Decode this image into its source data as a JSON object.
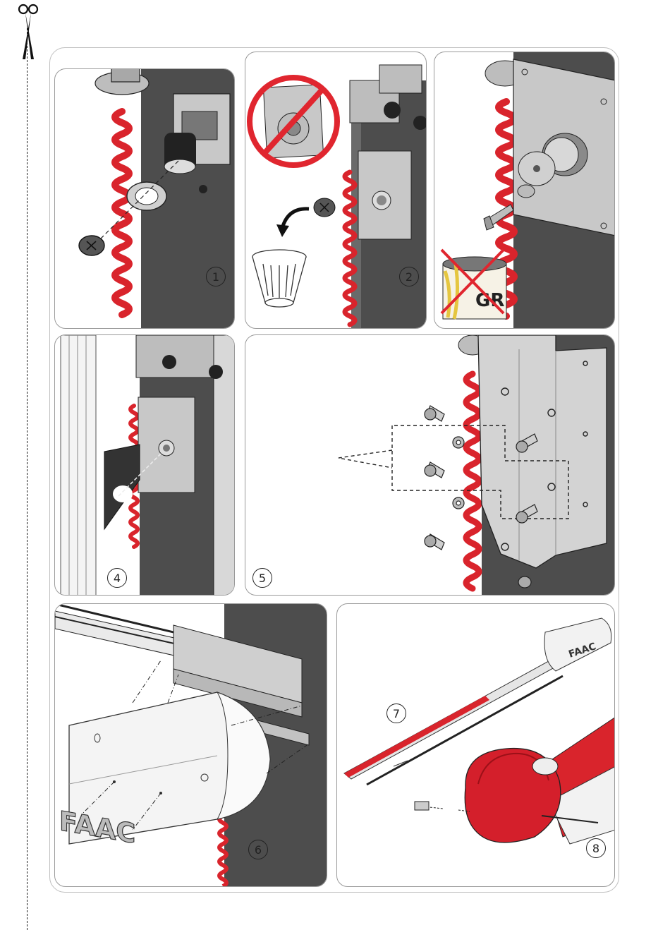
{
  "steps": [
    {
      "id": 1,
      "label": "1"
    },
    {
      "id": 2,
      "label": "2"
    },
    {
      "id": 3,
      "label": ""
    },
    {
      "id": 4,
      "label": "4"
    },
    {
      "id": 5,
      "label": "5"
    },
    {
      "id": 6,
      "label": "6"
    },
    {
      "id": 7,
      "label": "7"
    },
    {
      "id": 8,
      "label": "8"
    }
  ],
  "brand": {
    "logo_text": "FAAC"
  },
  "can_label": "GR",
  "icons": [
    "scissors-icon",
    "prohibited-sign-icon",
    "waste-basket-icon",
    "cross-out-icon"
  ],
  "colors": {
    "spring_red": "#d9242c",
    "post_gray": "#4d4d4d",
    "plate_gray": "#c8c8c8",
    "prohibit_red": "#e0262f",
    "cap_red": "#d41f2b"
  }
}
